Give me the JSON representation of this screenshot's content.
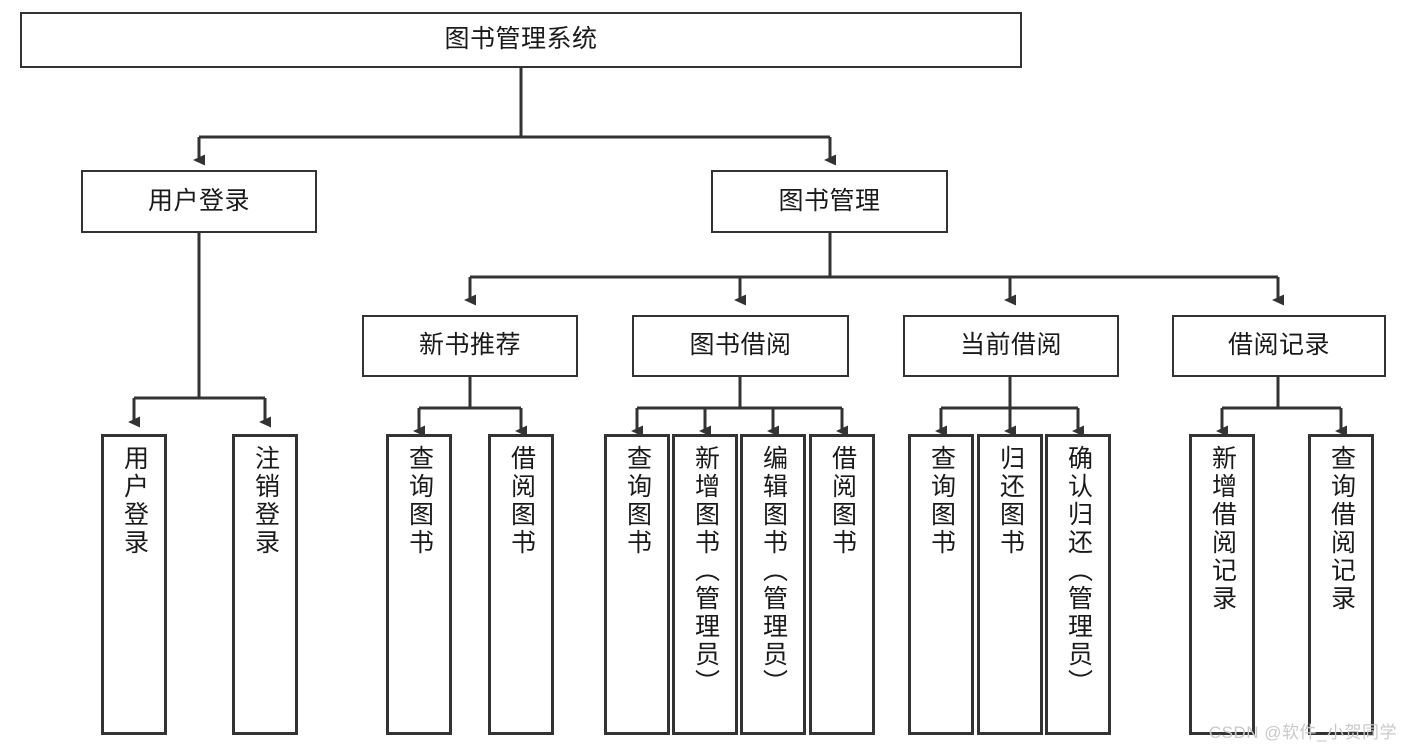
{
  "diagram": {
    "title": "图书管理系统",
    "type": "tree",
    "watermark": "CSDN @软件_小贺同学",
    "colors": {
      "stroke": "#333333",
      "background": "#ffffff",
      "text": "#1a1a1a",
      "watermark": "#c9c9c9"
    },
    "nodes": {
      "root": {
        "label": "图书管理系统"
      },
      "level2": [
        {
          "id": "user-login",
          "label": "用户登录"
        },
        {
          "id": "book-manage",
          "label": "图书管理"
        }
      ],
      "level3": [
        {
          "id": "new-book-recommend",
          "label": "新书推荐"
        },
        {
          "id": "book-borrow",
          "label": "图书借阅"
        },
        {
          "id": "current-borrow",
          "label": "当前借阅"
        },
        {
          "id": "borrow-record",
          "label": "借阅记录"
        }
      ],
      "leaves": [
        {
          "id": "leaf-user-login",
          "parent": "user-login",
          "label": "用户登录"
        },
        {
          "id": "leaf-logout-login",
          "parent": "user-login",
          "label": "注销登录"
        },
        {
          "id": "leaf-query-book-1",
          "parent": "new-book-recommend",
          "label": "查询图书"
        },
        {
          "id": "leaf-borrow-book-1",
          "parent": "new-book-recommend",
          "label": "借阅图书"
        },
        {
          "id": "leaf-query-book-2",
          "parent": "book-borrow",
          "label": "查询图书"
        },
        {
          "id": "leaf-add-book",
          "parent": "book-borrow",
          "label": "新增图书（管理员）"
        },
        {
          "id": "leaf-edit-book",
          "parent": "book-borrow",
          "label": "编辑图书（管理员）"
        },
        {
          "id": "leaf-borrow-book-2",
          "parent": "book-borrow",
          "label": "借阅图书"
        },
        {
          "id": "leaf-query-book-3",
          "parent": "current-borrow",
          "label": "查询图书"
        },
        {
          "id": "leaf-return-book",
          "parent": "current-borrow",
          "label": "归还图书"
        },
        {
          "id": "leaf-confirm-return",
          "parent": "current-borrow",
          "label": "确认归还（管理员）"
        },
        {
          "id": "leaf-add-record",
          "parent": "borrow-record",
          "label": "新增借阅记录"
        },
        {
          "id": "leaf-query-record",
          "parent": "borrow-record",
          "label": "查询借阅记录"
        }
      ]
    }
  }
}
